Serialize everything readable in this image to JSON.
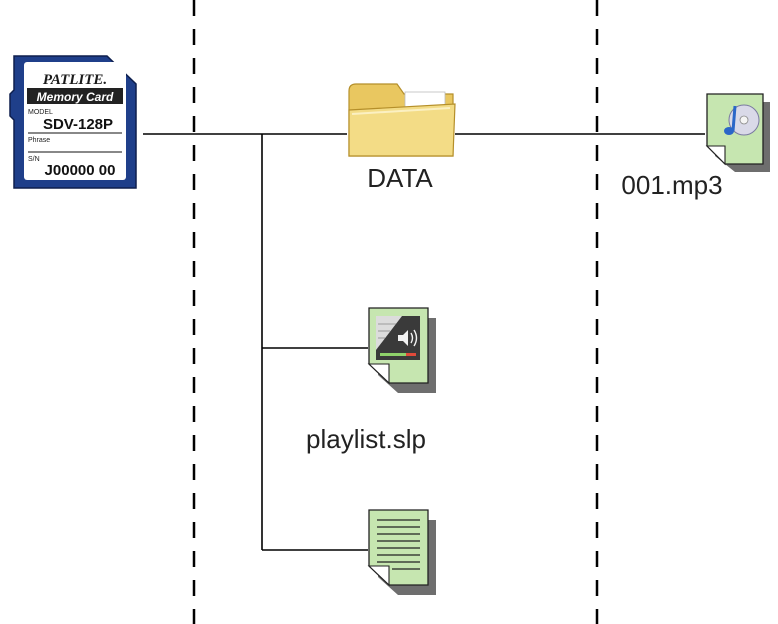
{
  "sd_card": {
    "brand": "PATLITE.",
    "product": "Memory Card",
    "model_label": "MODEL",
    "model": "SDV-128P",
    "phrase_label": "Phrase",
    "sn_label": "S/N",
    "serial": "J00000 00",
    "colors": {
      "body": "#1f3f8a",
      "label": "#ffffff",
      "product_band": "#222222"
    }
  },
  "nodes": {
    "data_folder": {
      "label": "DATA",
      "icon": "folder-icon"
    },
    "mp3_file": {
      "label": "001.mp3",
      "icon": "music-file-icon"
    },
    "playlist_file": {
      "label": "playlist.slp",
      "icon": "playlist-file-icon"
    },
    "text_file": {
      "label": "",
      "icon": "text-file-icon"
    }
  },
  "colors": {
    "file_green": "#c6e6b0",
    "folder_yellow": "#f3dc86",
    "lines": "#000000",
    "shadow": "#6e6e6e"
  }
}
